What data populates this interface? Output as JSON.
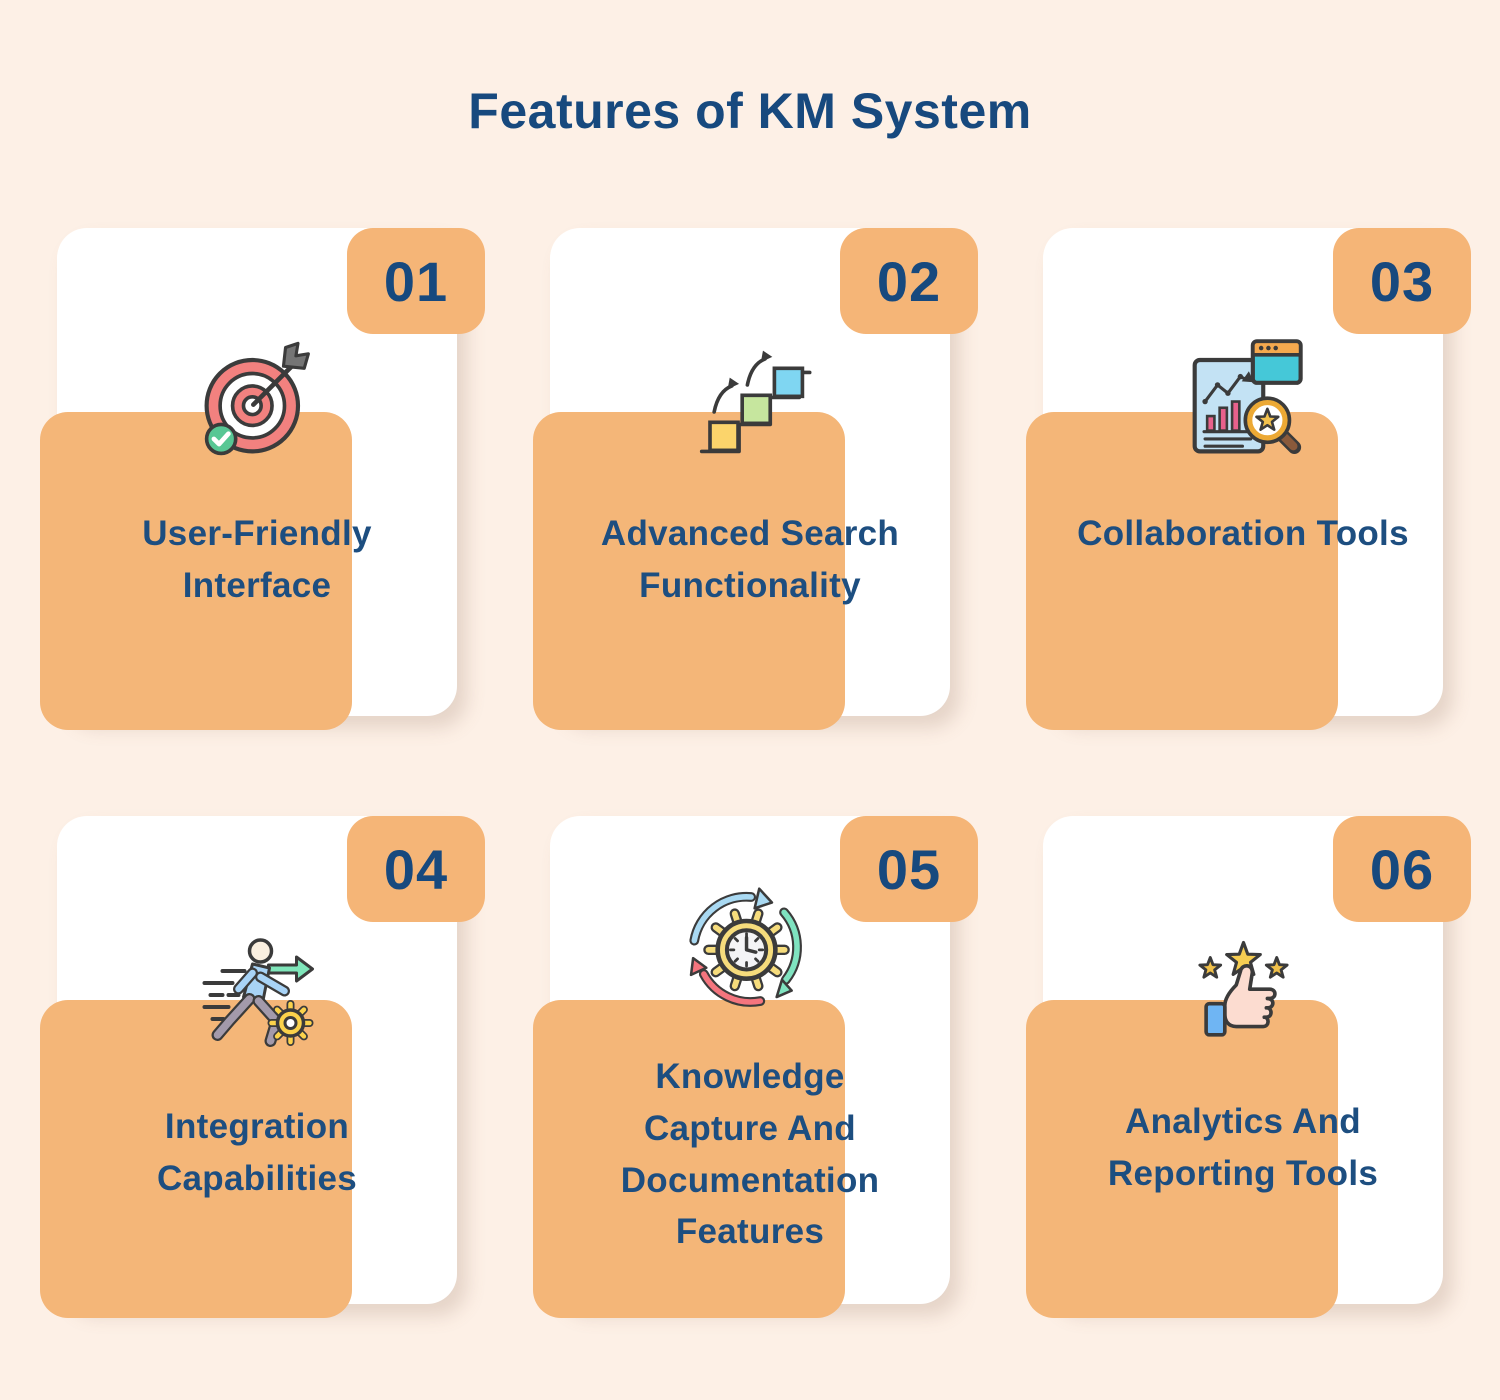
{
  "title": "Features of KM System",
  "colors": {
    "background": "#FDF0E6",
    "accent_orange": "#F5B577",
    "under_card_orange": "#F4B678",
    "navy_text": "#17497E",
    "card_white": "#FFFFFF",
    "icon_coral": "#F2817F",
    "icon_green": "#57C794",
    "icon_yellow": "#FBD46B",
    "icon_light_green": "#C6E69E",
    "icon_light_blue": "#7FD6F2",
    "icon_pink": "#E8618C",
    "icon_teal": "#45C8D8",
    "icon_skin": "#FCDCD0"
  },
  "cards": [
    {
      "number": "01",
      "label": "User-Friendly Interface",
      "icon": "target-arrow-icon"
    },
    {
      "number": "02",
      "label": "Advanced Search Functionality",
      "icon": "stairs-growth-icon"
    },
    {
      "number": "03",
      "label": "Collaboration Tools",
      "icon": "document-analytics-icon"
    },
    {
      "number": "04",
      "label": "Integration Capabilities",
      "icon": "running-person-gear-icon"
    },
    {
      "number": "05",
      "label": "Knowledge Capture And Documentation Features",
      "icon": "gear-clock-sync-icon"
    },
    {
      "number": "06",
      "label": "Analytics And Reporting Tools",
      "icon": "thumbs-up-stars-icon"
    }
  ]
}
